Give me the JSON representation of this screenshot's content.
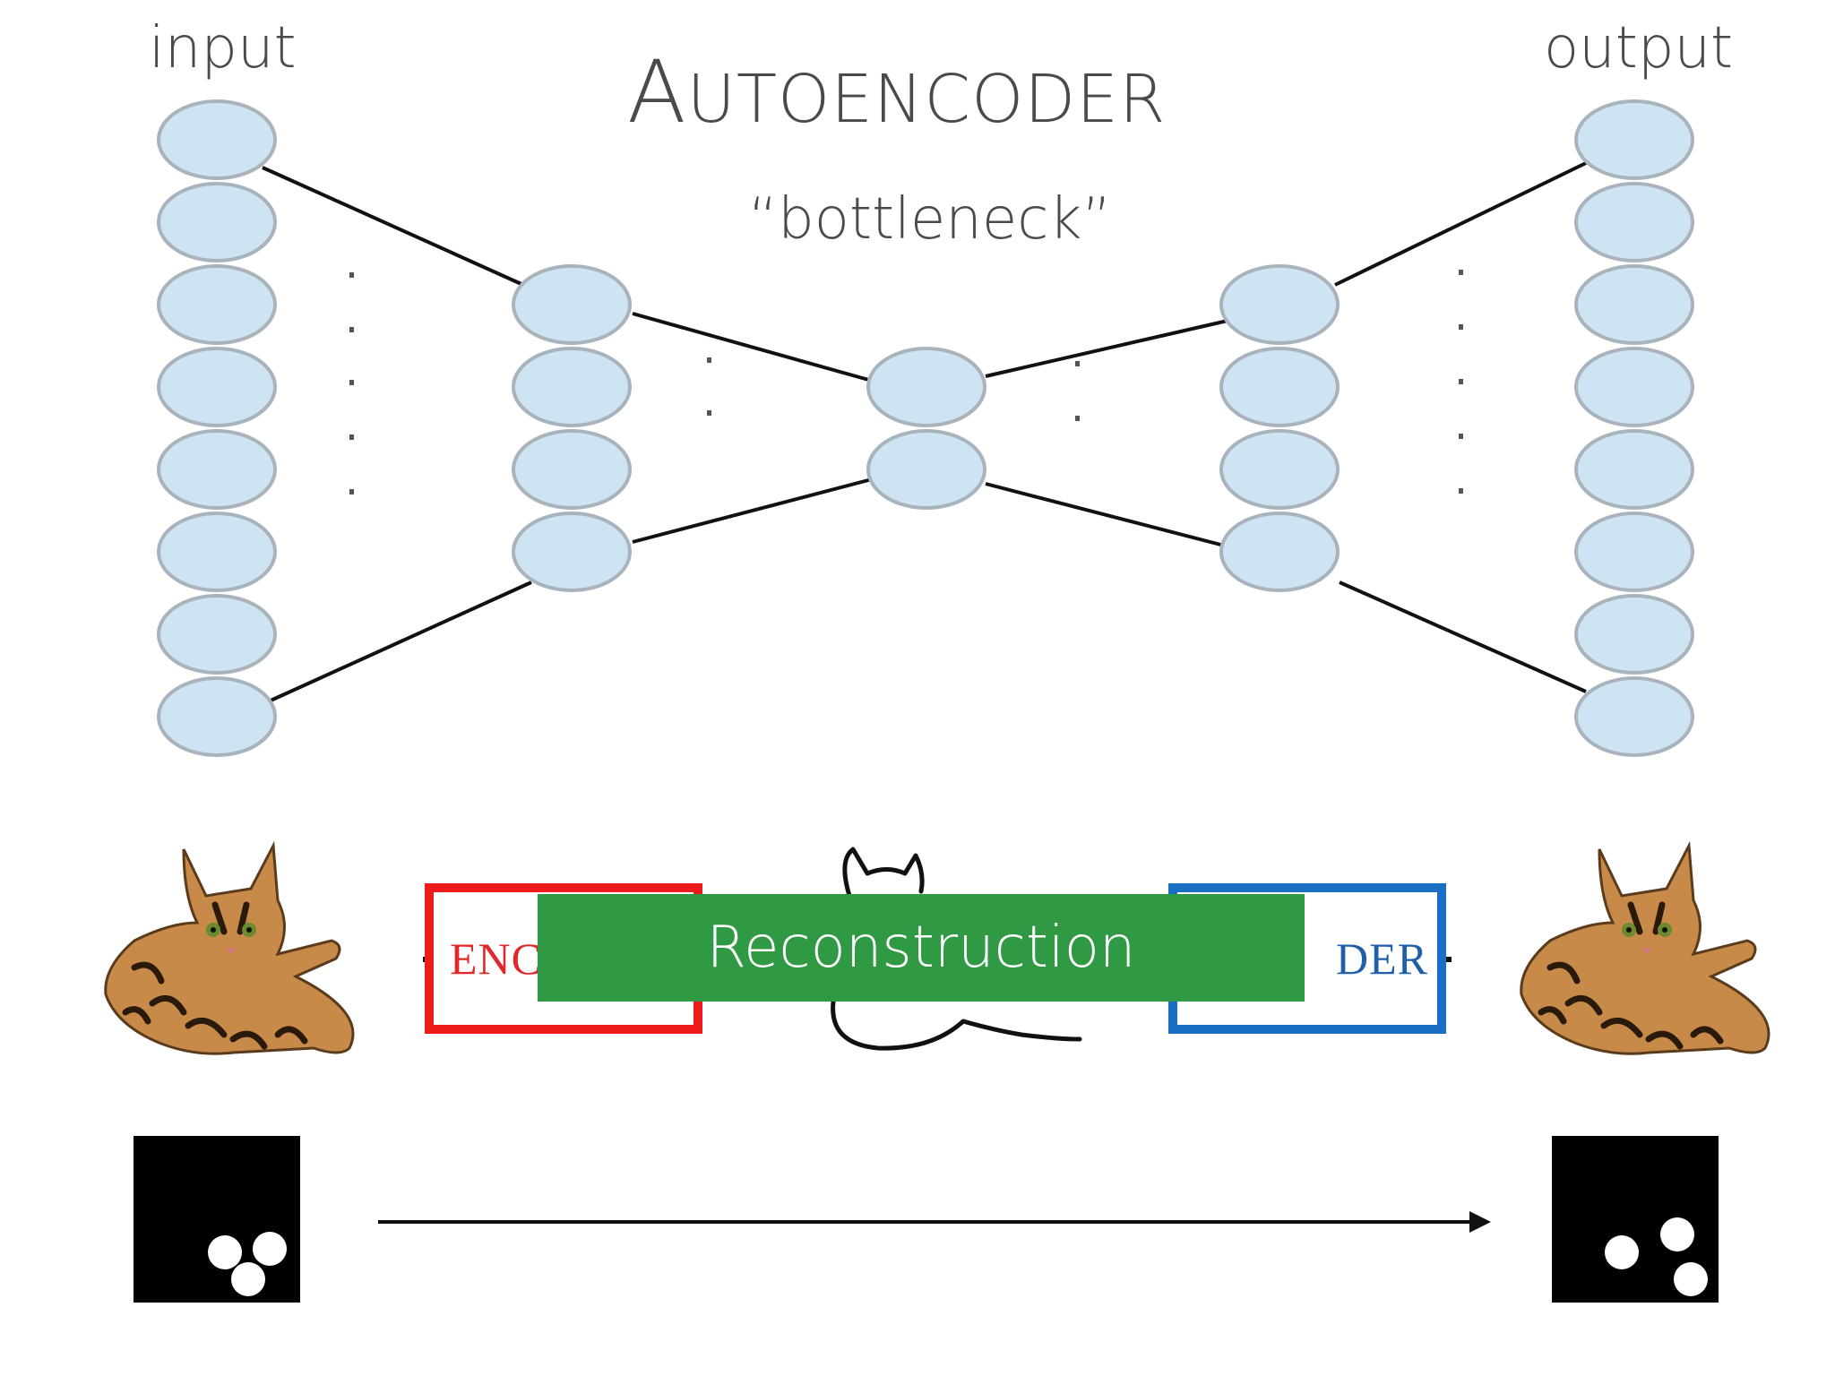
{
  "labels": {
    "input": "input",
    "output": "output",
    "title_first": "A",
    "title_rest": "UTOENCODER",
    "bottleneck": "“bottleneck”"
  },
  "boxes": {
    "encoder_visible": "ENC",
    "decoder_visible": "DER"
  },
  "banner": {
    "text": "Reconstruction"
  },
  "colors": {
    "node_fill": "#cfe4f3",
    "node_stroke": "#a9b3bc",
    "encoder_border": "#ee1b1b",
    "decoder_border": "#1a6fc4",
    "banner": "#2f9a43"
  }
}
